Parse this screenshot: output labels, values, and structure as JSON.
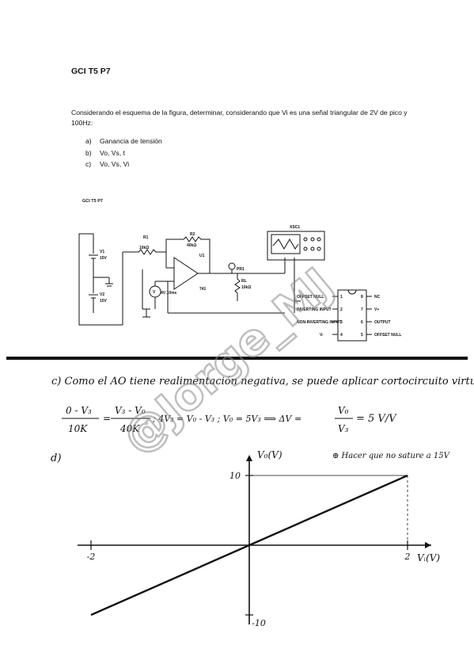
{
  "document": {
    "title": "GCI T5 P7",
    "intro": "Considerando el esquema de la figura, determinar, considerando que Vi es una señal triangular de 2V de pico y 100Hz:",
    "questions": [
      {
        "key": "a)",
        "text": "Ganancia de tensión"
      },
      {
        "key": "b)",
        "text": "Vo, Vs, t"
      },
      {
        "key": "c)",
        "text": "Vo, Vs, Vi"
      }
    ]
  },
  "schematic": {
    "title": "GCI T5 P7",
    "labels": {
      "r1": "R1",
      "r1_val": "10kΩ",
      "r2": "R2",
      "r2_val": "40kΩ",
      "u1": "U1",
      "opamp": "741",
      "v1": "V1",
      "v1_val": "15V",
      "v2": "V2",
      "v2_val": "15V",
      "vs_src": "V",
      "vs_val": "4V 10ms",
      "probe": "PR1",
      "rl": "RL",
      "rl_val": "10kΩ",
      "scope": "XSC1"
    },
    "ic_pins_left": [
      "OFFSET NULL",
      "INVERTING INPUT",
      "NON-INVERTING INPUT",
      "V-"
    ],
    "ic_pins_right": [
      "NC",
      "V+",
      "OUTPUT",
      "OFFSET NULL"
    ],
    "ic_pin_numbers_left": [
      "1",
      "2",
      "3",
      "4"
    ],
    "ic_pin_numbers_right": [
      "8",
      "7",
      "6",
      "5"
    ]
  },
  "handwritten": {
    "c_label": "c)",
    "c_text": "Como el AO tiene realimentación negativa, se puede aplicar cortocircuito virtual:",
    "eq_num1": "0 - V₃",
    "eq_den1": "10K",
    "eq_num2": "V₃ - V₀",
    "eq_den2": "40K",
    "eq_rest": "; 4V₃ = V₀ - V₃ ;  V₀ = 5V₃  ⟹  ΔV = ",
    "eq_fnum": "V₀",
    "eq_fden": "V₃",
    "eq_result": "= 5 V/V",
    "d_label": "d)",
    "note": "⊕ Hacer que no sature a 15V"
  },
  "chart_data": {
    "type": "line",
    "title": "",
    "xlabel": "Vᵢ(V)",
    "ylabel": "V₀(V)",
    "xlim": [
      -2,
      2
    ],
    "ylim": [
      -10,
      10
    ],
    "x_ticks": [
      "-2",
      "2"
    ],
    "y_ticks": [
      "10",
      "-10"
    ],
    "series": [
      {
        "x": [
          -2,
          2
        ],
        "y": [
          -10,
          10
        ]
      }
    ],
    "grid": false
  },
  "watermark": {
    "text": "@Jorge_MJ",
    "color": "#8a8a8a"
  }
}
